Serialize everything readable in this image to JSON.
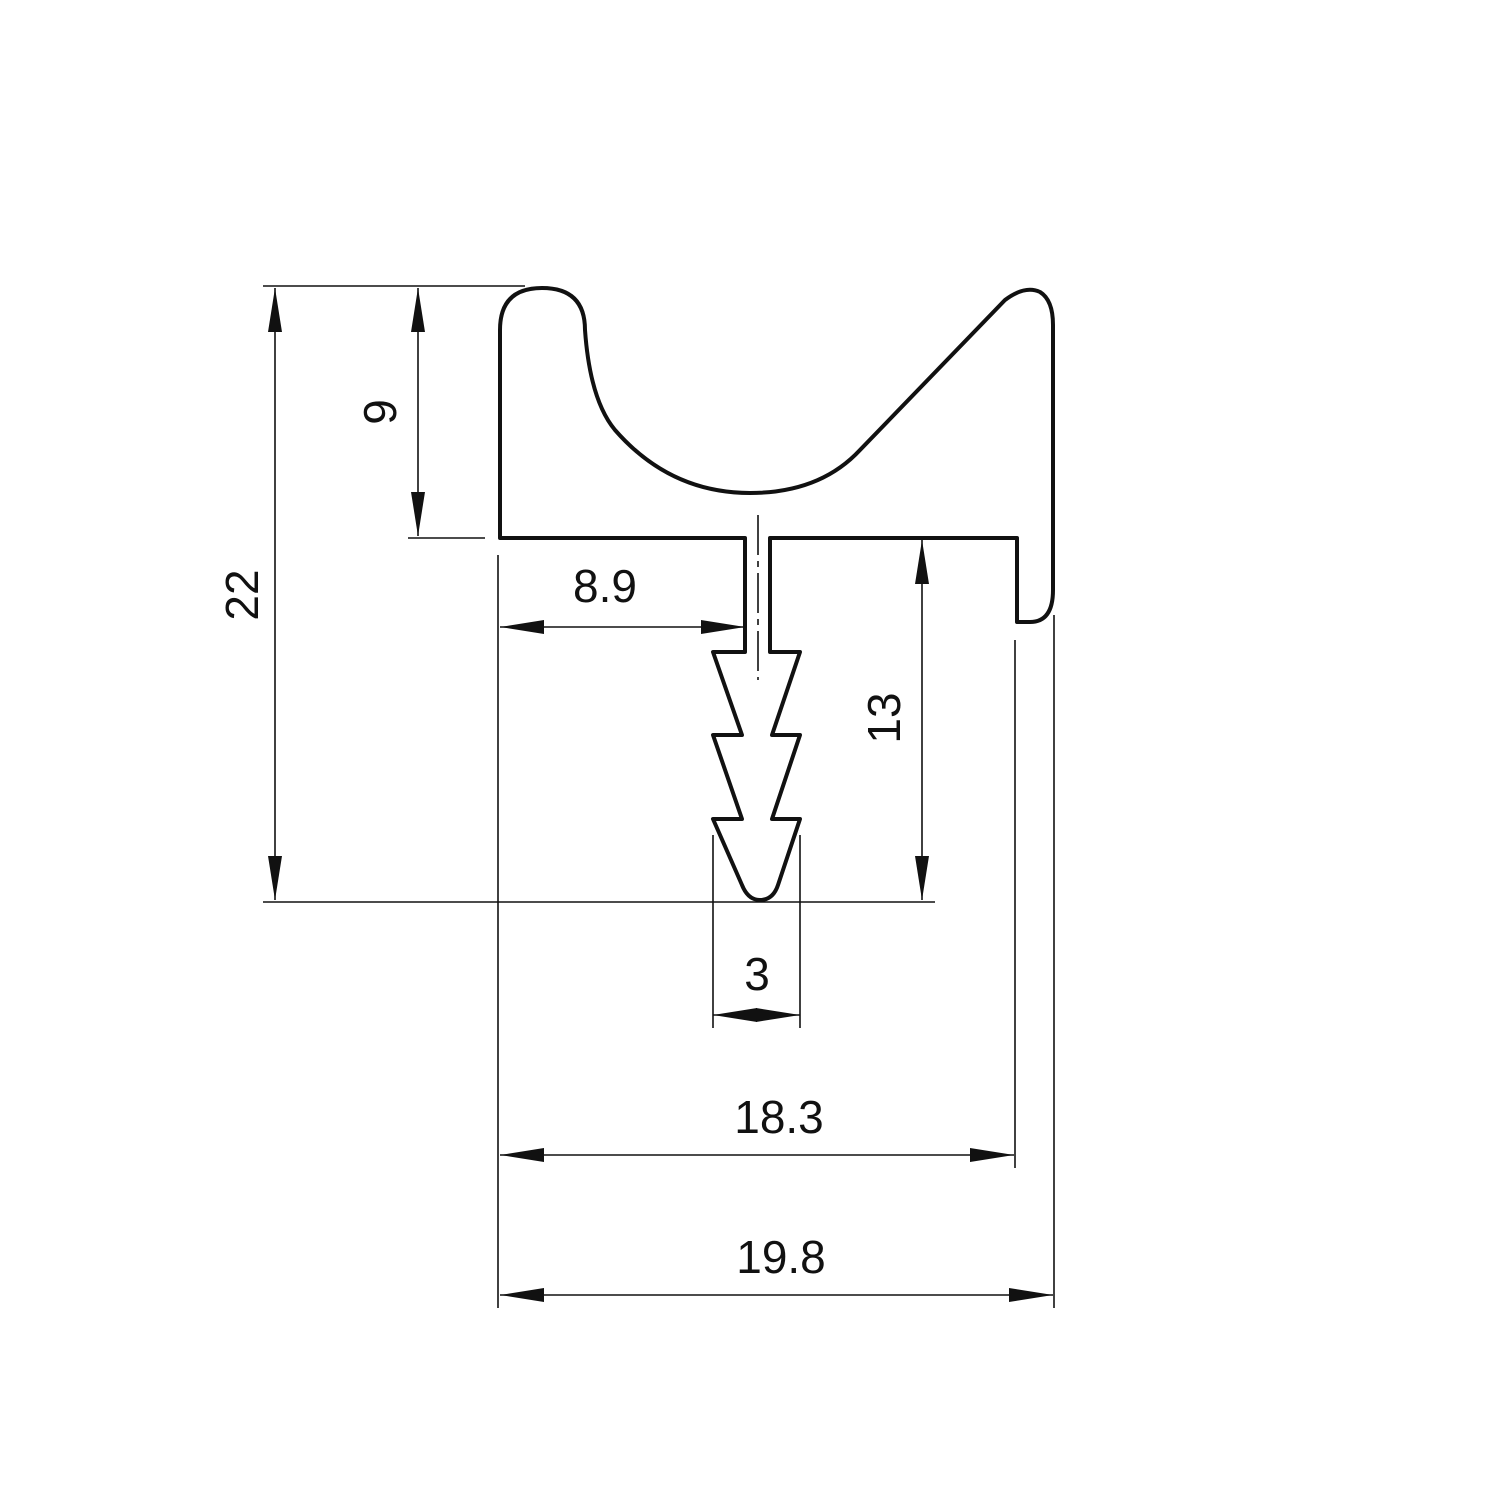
{
  "drawing": {
    "dimensions": {
      "overall_height": "22",
      "top_height": "9",
      "left_to_center": "8.9",
      "fin_height": "13",
      "fin_width": "3",
      "inner_width": "18.3",
      "overall_width": "19.8"
    }
  }
}
